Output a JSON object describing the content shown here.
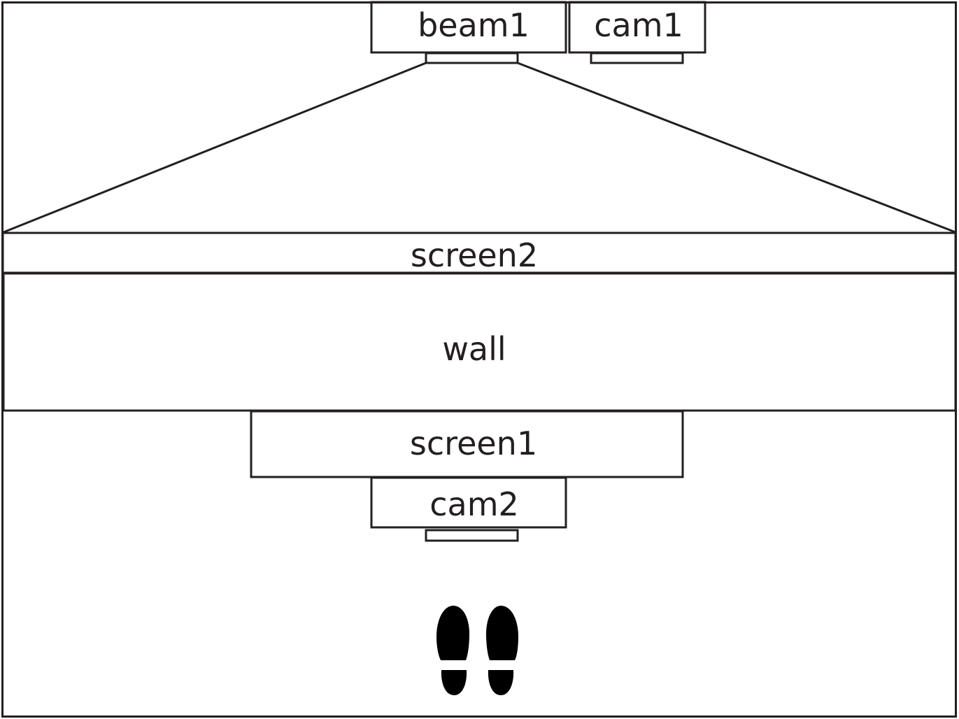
{
  "colors": {
    "stroke": "#231f20",
    "background": "#ffffff",
    "footprint": "#000000"
  },
  "labels": {
    "beam": "beam1",
    "cam_top": "cam1",
    "screen_top": "screen2",
    "wall": "wall",
    "screen_bottom": "screen1",
    "cam_bottom": "cam2"
  },
  "icons": {
    "viewer": "footprints-icon"
  }
}
